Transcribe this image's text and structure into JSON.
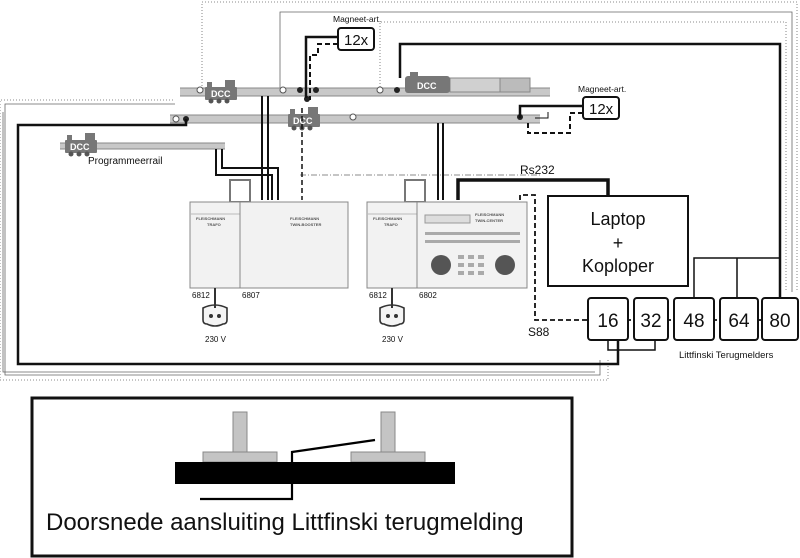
{
  "labels": {
    "magneet_top": "Magneet-art.",
    "magneet_right": "Magneet-art.",
    "twelve_top": "12x",
    "twelve_right": "12x",
    "dcc": "DCC",
    "programmeerrail": "Programmeerrail",
    "rs232": "Rs232",
    "laptop_line1": "Laptop",
    "laptop_line2": "+",
    "laptop_line3": "Koploper",
    "s88": "S88",
    "terugmelders": "Littfinski Terugmelders",
    "module_6812_left": "6812",
    "module_6807": "6807",
    "module_6812_right": "6812",
    "module_6802": "6802",
    "voltage_left": "230 V",
    "voltage_right": "230 V",
    "brand": "FLEISCHMANN",
    "trafo": "TRAFO",
    "twin_booster": "TWIN-BOOSTER",
    "twin_center": "TWIN-CENTER",
    "cross_section_caption": "Doorsnede aansluiting Littfinski terugmelding"
  },
  "s88_modules": [
    "16",
    "32",
    "48",
    "64",
    "80"
  ],
  "colors": {
    "line": "#111111",
    "track_gray": "#c8c8c8",
    "loco_gray": "#777777",
    "rail_profile_gray": "#c4c4c4"
  },
  "icons": [
    "locomotive-icon",
    "power-plug-icon",
    "rail-profile-icon"
  ]
}
